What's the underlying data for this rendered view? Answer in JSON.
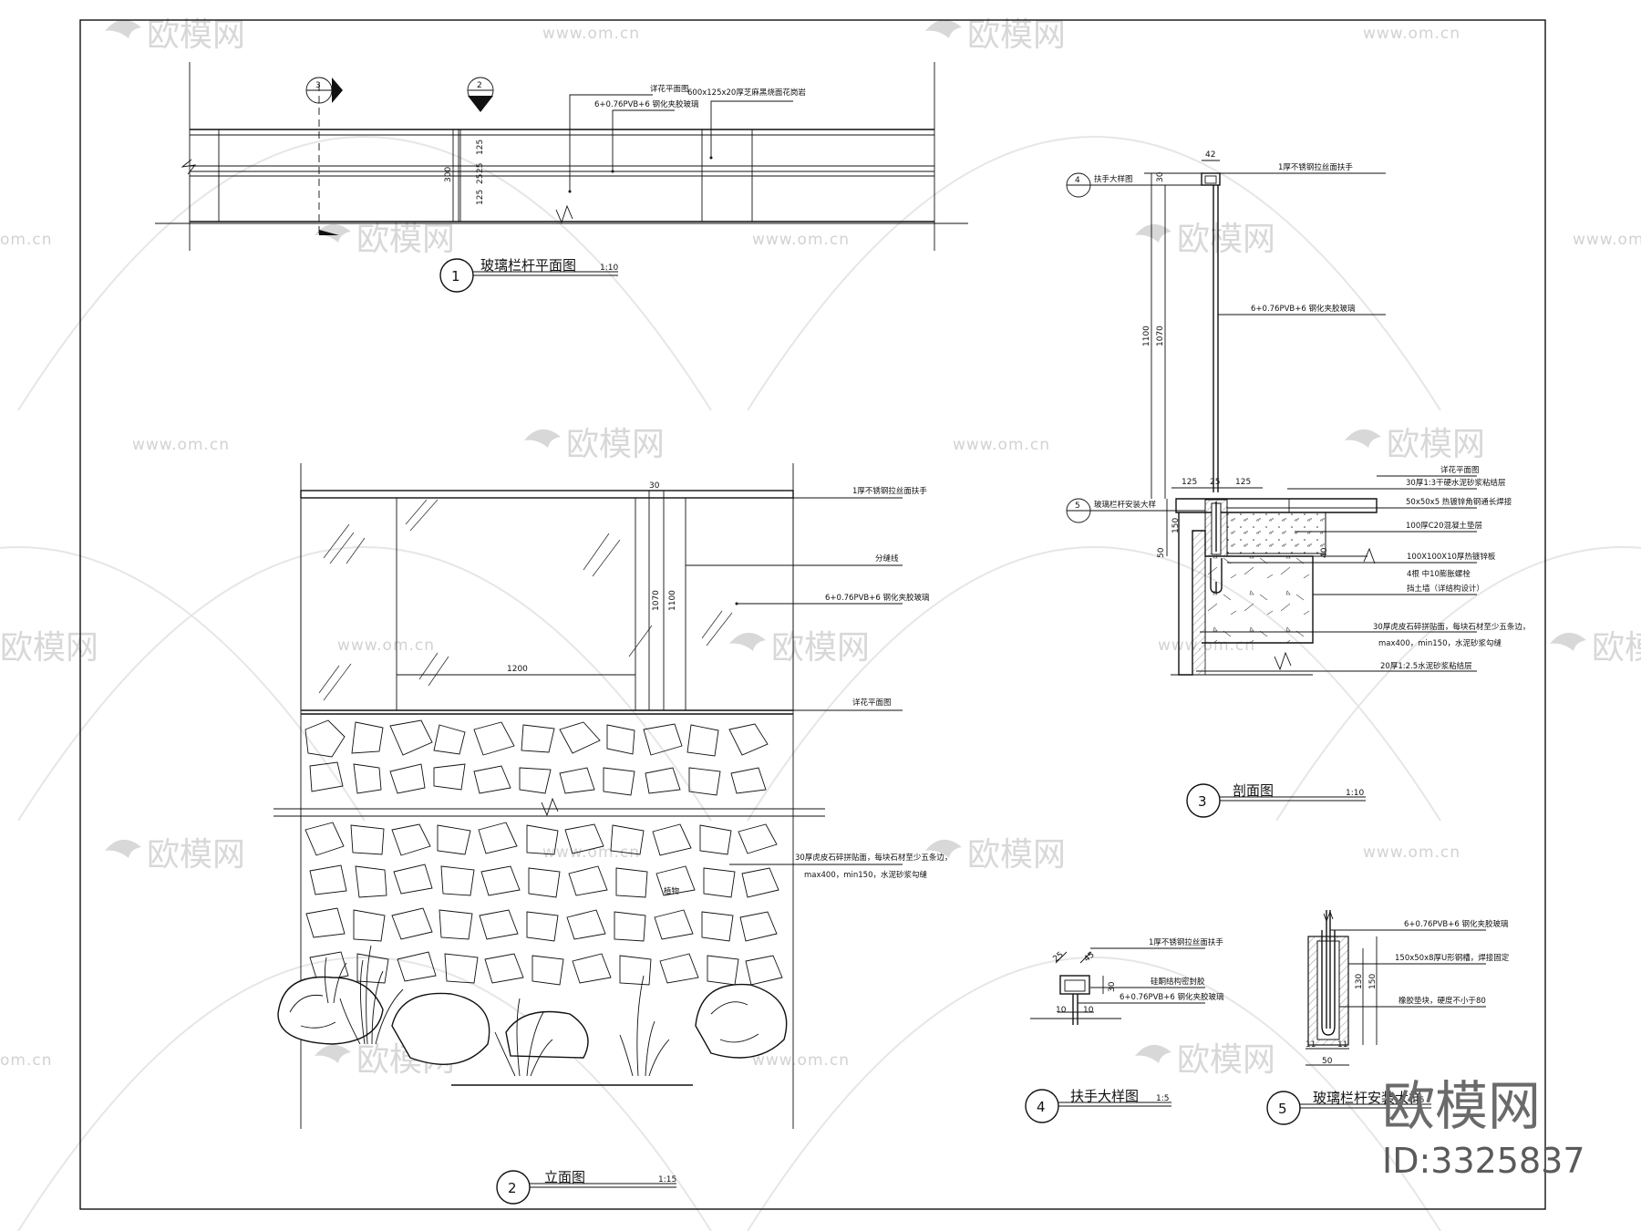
{
  "watermark": {
    "brand": "欧模网",
    "url": "www.om.cn",
    "url_short": "om.cn"
  },
  "views": {
    "plan": {
      "number": "1",
      "title": "玻璃栏杆平面图",
      "scale": "1:10",
      "section_marks": [
        "3",
        "2"
      ],
      "dims": [
        "125",
        "25",
        "25",
        "125",
        "300"
      ],
      "notes": [
        "详花平面图",
        "6+0.76PVB+6 钢化夹胶玻璃",
        "600x125x20厚芝麻黑烧面花岗岩"
      ]
    },
    "elevation": {
      "number": "2",
      "title": "立面图",
      "scale": "1:15",
      "dims": [
        "30",
        "1070",
        "1100",
        "1200"
      ],
      "notes": [
        "1厚不锈钢拉丝面扶手",
        "分缝线",
        "6+0.76PVB+6 钢化夹胶玻璃",
        "详花平面图",
        "30厚虎皮石碎拼贴面，每块石材至少五条边，",
        "max400，min150，水泥砂浆勾缝"
      ],
      "plant_label": "植物"
    },
    "section": {
      "number": "3",
      "title": "剖面图",
      "scale": "1:10",
      "dims": [
        "42",
        "30",
        "1100",
        "1070",
        "125",
        "25",
        "125",
        "150",
        "50",
        "40"
      ],
      "callouts": [
        {
          "num": "4",
          "text": "扶手大样图"
        },
        {
          "num": "5",
          "text": "玻璃栏杆安装大样"
        }
      ],
      "notes": [
        "1厚不锈钢拉丝面扶手",
        "6+0.76PVB+6 钢化夹胶玻璃",
        "详花平面图",
        "30厚1:3干硬水泥砂浆粘结层",
        "50x50x5 热镀锌角钢通长焊接",
        "100厚C20混凝土垫层",
        "100X100X10厚热镀锌板",
        "4根 中10膨胀螺栓",
        "挡土墙（详结构设计）",
        "30厚虎皮石碎拼贴面，每块石材至少五条边，",
        "max400，min150，水泥砂浆勾缝",
        "20厚1:2.5水泥砂浆粘结层"
      ]
    },
    "handrail_detail": {
      "number": "4",
      "title": "扶手大样图",
      "scale": "1:5",
      "dims": [
        "25",
        "45",
        "30",
        "10",
        "10"
      ],
      "notes": [
        "1厚不锈钢拉丝面扶手",
        "硅酮结构密封胶",
        "6+0.76PVB+6 钢化夹胶玻璃"
      ]
    },
    "install_detail": {
      "number": "5",
      "title": "玻璃栏杆安装大样",
      "scale": "1:5",
      "dims": [
        "130",
        "150",
        "11",
        "11",
        "50"
      ],
      "notes": [
        "6+0.76PVB+6 钢化夹胶玻璃",
        "150x50x8厚U形钢槽，焊接固定",
        "橡胶垫块，硬度不小于80"
      ]
    }
  },
  "brand_footer": {
    "logo_text": "欧模网",
    "id_text": "ID:3325837"
  }
}
